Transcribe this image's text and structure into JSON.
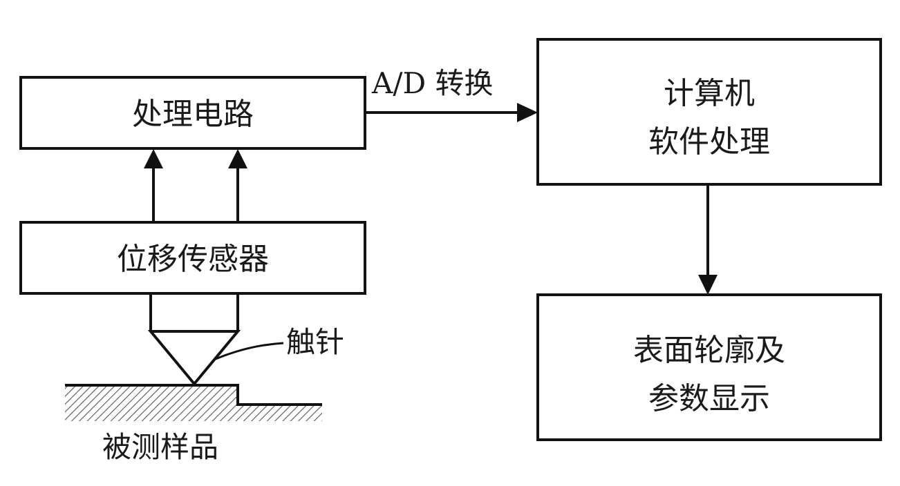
{
  "diagram": {
    "nodes": {
      "processing": {
        "label": "处理电路"
      },
      "sensor": {
        "label": "位移传感器"
      },
      "computer": {
        "line1": "计算机",
        "line2": "软件处理"
      },
      "display": {
        "line1": "表面轮廓及",
        "line2": "参数显示"
      }
    },
    "edges": {
      "ad_label": "A/D 转换"
    },
    "annotations": {
      "stylus": "触针",
      "sample": "被测样品"
    }
  }
}
